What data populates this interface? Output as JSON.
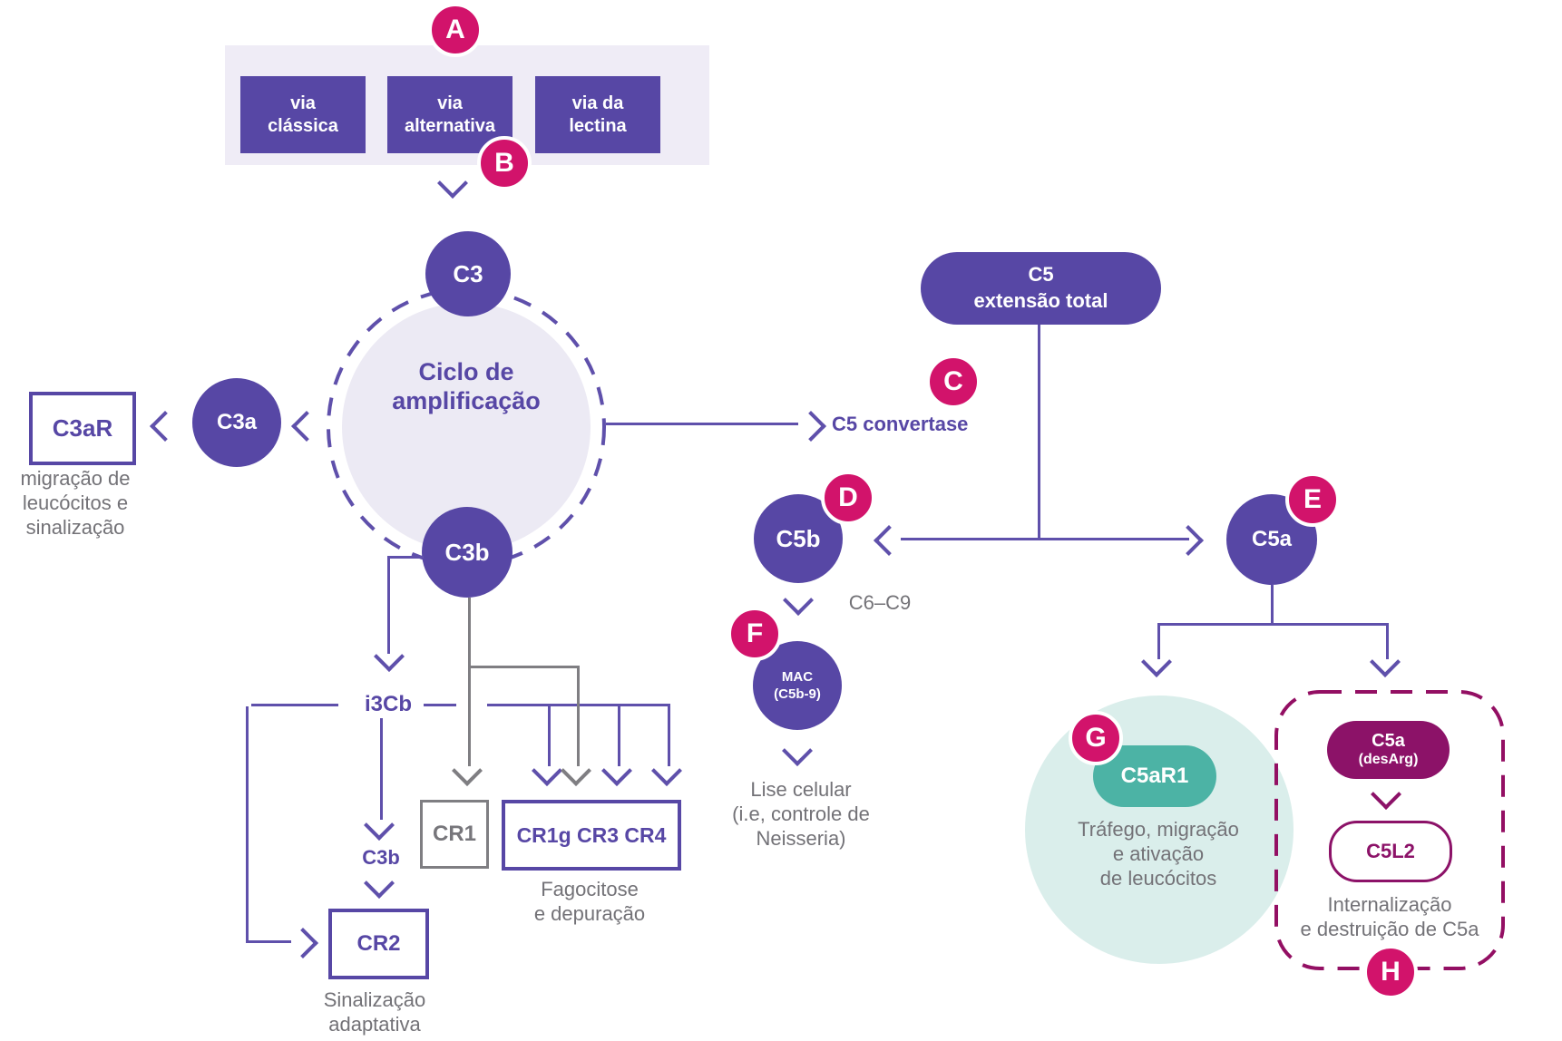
{
  "steps": {
    "a": "A",
    "b": "B",
    "c": "C",
    "d": "D",
    "e": "E",
    "f": "F",
    "g": "G",
    "h": "H"
  },
  "pathway_boxes": [
    {
      "line1": "via",
      "line2": "clássica"
    },
    {
      "line1": "via",
      "line2": "alternativa"
    },
    {
      "line1": "via da",
      "line2": "lectina"
    }
  ],
  "cycle": {
    "line1": "Ciclo de",
    "line2": "amplificação"
  },
  "nodes": {
    "c3": "C3",
    "c3a": "C3a",
    "c3b": "C3b",
    "c5b": "C5b",
    "c5a": "C5a",
    "mac_line1": "MAC",
    "mac_line2": "(C5b-9)"
  },
  "pills": {
    "c5_line1": "C5",
    "c5_line2": "extensão total",
    "c5a_desarg_line1": "C5a",
    "c5a_desarg_line2": "(desArg)"
  },
  "receptors": {
    "c3ar": "C3aR",
    "cr1": "CR1",
    "cr1g": "CR1g CR3 CR4",
    "cr2": "CR2",
    "c5ar1": "C5aR1",
    "c5l2": "C5L2"
  },
  "annotations": {
    "c5_convertase": "C5 convertase",
    "c6_c9": "C6–C9",
    "i3cb": "i3Cb",
    "c3b_small": "C3b"
  },
  "captions": {
    "migracao": [
      "migração de",
      "leucócitos e",
      "sinalização"
    ],
    "lise": [
      "Lise celular",
      "(i.e, controle de",
      "Neisseria)"
    ],
    "fagocitose": [
      "Fagocitose",
      "e depuração"
    ],
    "sinalizacao": [
      "Sinalização",
      "adaptativa"
    ],
    "trafego": [
      "Tráfego, migração",
      "e ativação",
      "de leucócitos"
    ],
    "internalizacao": [
      "Internalização",
      "e destruição de C5a"
    ]
  },
  "colors": {
    "purple": "#5747a5",
    "purple_line": "#5f50ab",
    "pink": "#d2136b",
    "magenta": "#8c1268",
    "teal": "#4cb3a5",
    "teal_light": "#daeeeb",
    "lavender_panel": "#efecf6",
    "lavender_circle": "#eceaf4",
    "gray_text": "#737277",
    "gray_line": "#7f7e82"
  }
}
